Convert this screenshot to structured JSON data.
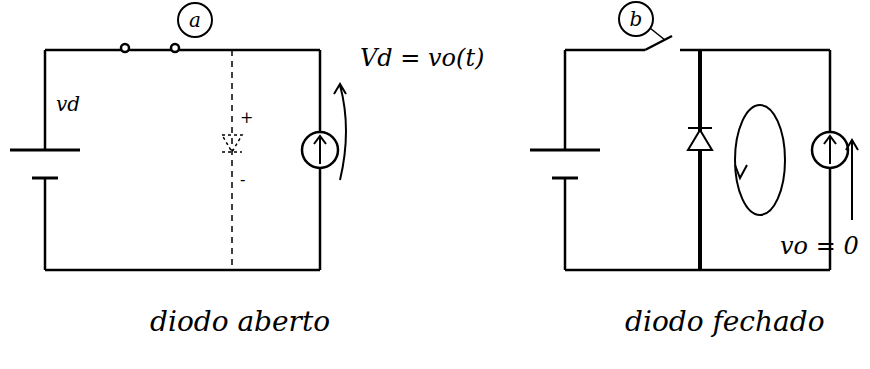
{
  "diagram": {
    "nodes": [
      {
        "text": [
          "a"
        ]
      },
      {
        "text": [
          "b"
        ]
      }
    ],
    "labels": [
      "vd",
      "+",
      "-",
      "Vd = vo(t)",
      "vo = 0",
      "diodo aberto",
      "diodo fechado"
    ]
  }
}
